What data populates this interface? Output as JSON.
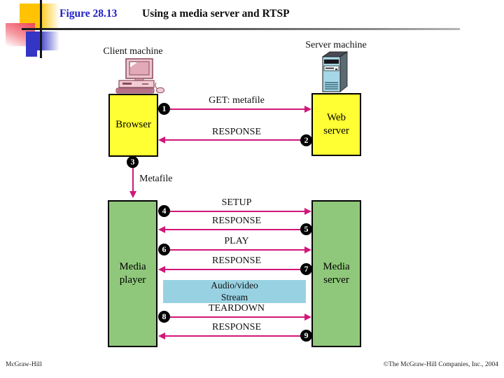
{
  "slide": {
    "figure_label": "Figure 28.13",
    "title": "Using a media server and RTSP",
    "footer_left": "McGraw-Hill",
    "footer_right": "©The McGraw-Hill Companies, Inc., 2004"
  },
  "machines": {
    "client_label": "Client machine",
    "server_label": "Server machine"
  },
  "boxes": {
    "browser": {
      "label": "Browser"
    },
    "web_server": {
      "line1": "Web",
      "line2": "server"
    },
    "media_player": {
      "line1": "Media",
      "line2": "player"
    },
    "media_server": {
      "line1": "Media",
      "line2": "server"
    },
    "stream": {
      "line1": "Audio/video",
      "line2": "Stream"
    }
  },
  "messages": [
    {
      "num": "1",
      "label": "GET: metafile",
      "direction": "right"
    },
    {
      "num": "2",
      "label": "RESPONSE",
      "direction": "left"
    },
    {
      "num": "3",
      "label": "Metafile",
      "direction": "down"
    },
    {
      "num": "4",
      "label": "SETUP",
      "direction": "right"
    },
    {
      "num": "5",
      "label": "RESPONSE",
      "direction": "left"
    },
    {
      "num": "6",
      "label": "PLAY",
      "direction": "right"
    },
    {
      "num": "7",
      "label": "RESPONSE",
      "direction": "left"
    },
    {
      "num": "8",
      "label": "TEARDOWN",
      "direction": "right"
    },
    {
      "num": "9",
      "label": "RESPONSE",
      "direction": "left"
    }
  ],
  "colors": {
    "arrow_pink": "#d1177a",
    "box_yellow": "#ffff33",
    "box_green": "#90c87b",
    "stream_blue": "#98d2e2",
    "figure_label_blue": "#2323c8",
    "deco_gold": "#ffc303",
    "deco_red": "#ee4253",
    "deco_blue": "#3335c4"
  }
}
